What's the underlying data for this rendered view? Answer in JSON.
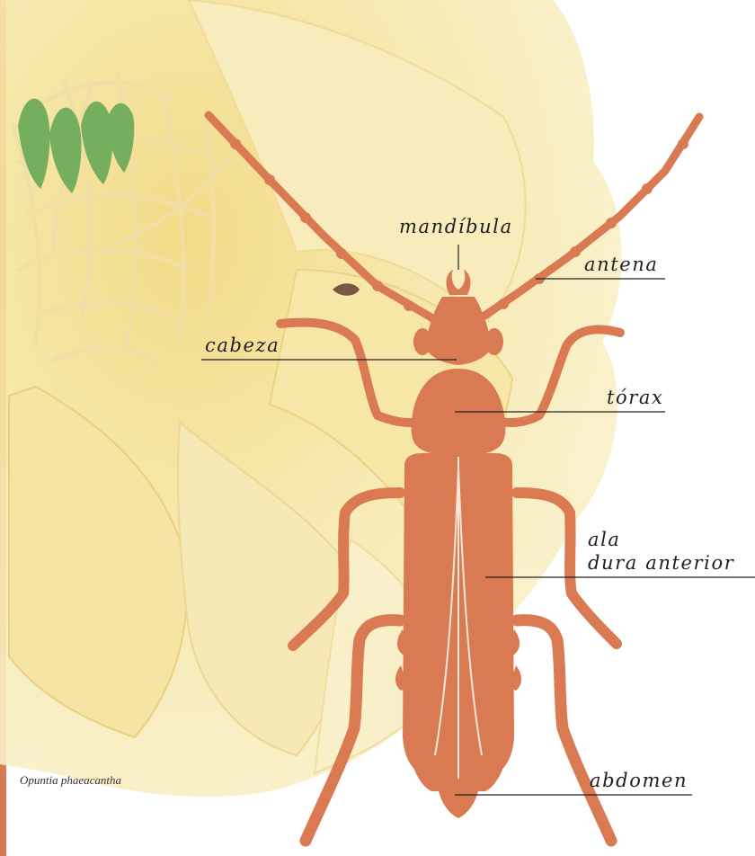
{
  "colors": {
    "insect": "#d97a52",
    "insect_highlight": "#f6e6d8",
    "flower_petal": "#f7e7a6",
    "flower_petal_dark": "#eccf72",
    "stamen": "#f4e2a6",
    "stigma": "#6aa84f",
    "label_line": "#222222",
    "left_bar": "#d97a52"
  },
  "labels": {
    "mandibula": "mandíbula",
    "antena": "antena",
    "cabeza": "cabeza",
    "torax": "tórax",
    "ala_line1": "ala",
    "ala_line2": "dura anterior",
    "abdomen": "abdomen"
  },
  "caption": "Opuntia phaeacantha"
}
